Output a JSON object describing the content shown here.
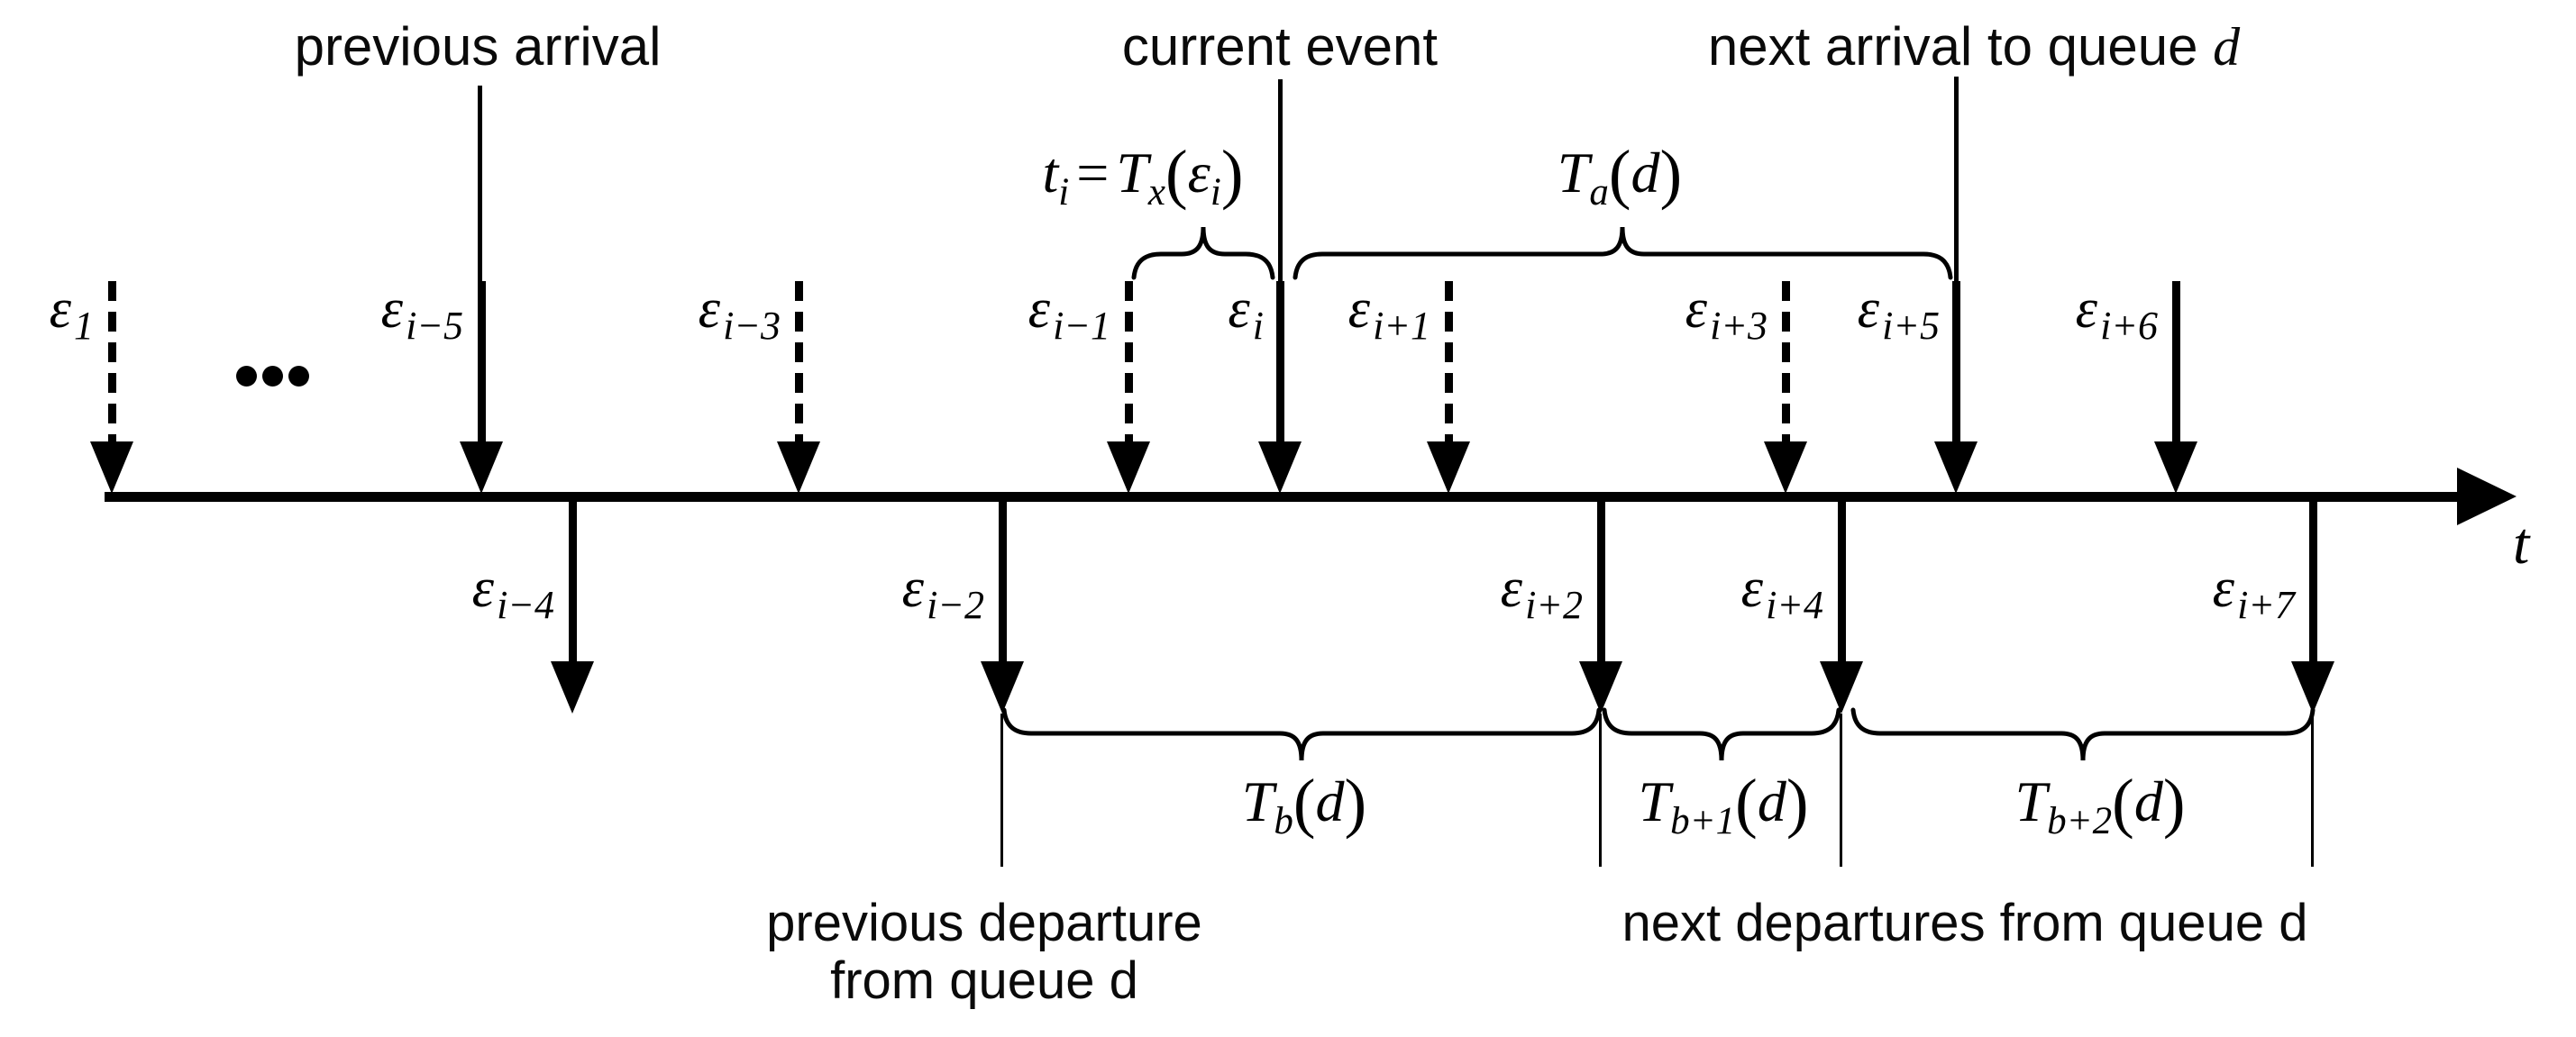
{
  "top_labels": {
    "previous_arrival": "previous arrival",
    "current_event": "current event",
    "next_arrival_prefix": "next arrival to queue ",
    "next_arrival_var": "d"
  },
  "formula_ti": {
    "t": "t",
    "t_sub": "i",
    "eq": "=",
    "T": "T",
    "T_sub": "x",
    "open": "(",
    "eps": "ε",
    "eps_sub": "i",
    "close": ")"
  },
  "formula_Ta": {
    "T": "T",
    "sub": "a",
    "open": "(",
    "arg": "d",
    "close": ")"
  },
  "ellipsis": "ellipsis-dots",
  "events_above": [
    {
      "base": "ε",
      "sub": "1",
      "style": "dashed"
    },
    {
      "base": "ε",
      "sub": "i−5",
      "style": "solid"
    },
    {
      "base": "ε",
      "sub": "i−3",
      "style": "dashed"
    },
    {
      "base": "ε",
      "sub": "i−1",
      "style": "dashed"
    },
    {
      "base": "ε",
      "sub": "i",
      "style": "solid"
    },
    {
      "base": "ε",
      "sub": "i+1",
      "style": "dashed"
    },
    {
      "base": "ε",
      "sub": "i+3",
      "style": "dashed"
    },
    {
      "base": "ε",
      "sub": "i+5",
      "style": "solid"
    },
    {
      "base": "ε",
      "sub": "i+6",
      "style": "solid"
    }
  ],
  "events_below": [
    {
      "base": "ε",
      "sub": "i−4"
    },
    {
      "base": "ε",
      "sub": "i−2"
    },
    {
      "base": "ε",
      "sub": "i+2"
    },
    {
      "base": "ε",
      "sub": "i+4"
    },
    {
      "base": "ε",
      "sub": "i+7"
    }
  ],
  "intervals_below": [
    {
      "T": "T",
      "sub": "b",
      "open": "(",
      "arg": "d",
      "close": ")"
    },
    {
      "T": "T",
      "sub": "b+1",
      "open": "(",
      "arg": "d",
      "close": ")"
    },
    {
      "T": "T",
      "sub": "b+2",
      "open": "(",
      "arg": "d",
      "close": ")"
    }
  ],
  "bottom_labels": {
    "previous_departure_line1": "previous departure",
    "previous_departure_line2": "from queue d",
    "next_departures": "next departures from queue d"
  },
  "axis": {
    "label": "t"
  },
  "colors": {
    "ink": "#000000",
    "background": "#ffffff"
  }
}
